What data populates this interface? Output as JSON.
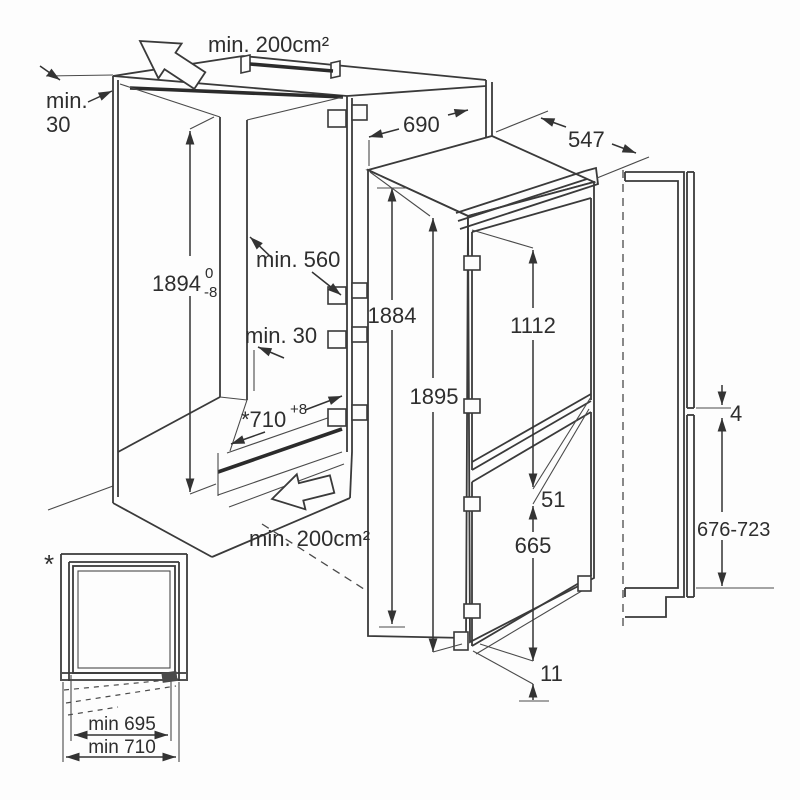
{
  "diagram_title": "built-in fridge-freezer installation drawing",
  "colors": {
    "background": "#fdfdfd",
    "line": "#3a3a3a",
    "text": "#2e2e2e"
  },
  "cabinet": {
    "top_vent": "min. 200cm²",
    "wall_gap_line1": "min.",
    "wall_gap_line2": "30",
    "niche_height": "1894",
    "niche_height_tol_top": "0",
    "niche_height_tol_bottom": "-8",
    "niche_depth": "min. 560",
    "rear_clearance": "min. 30",
    "niche_width": "*710",
    "niche_width_tol": "+8",
    "bottom_vent": "min. 200cm²"
  },
  "appliance": {
    "width": "690",
    "depth": "547",
    "height": "1884",
    "overall_height": "1895",
    "upper_door_height": "1112",
    "door_gap": "51",
    "lower_door_height": "665",
    "base_clearance": "11"
  },
  "furniture_panel": {
    "panel_gap": "4",
    "lower_panel_range": "676-723"
  },
  "plan_view": {
    "footnote_marker": "*",
    "inner_width": "min 695",
    "outer_width": "min 710"
  }
}
